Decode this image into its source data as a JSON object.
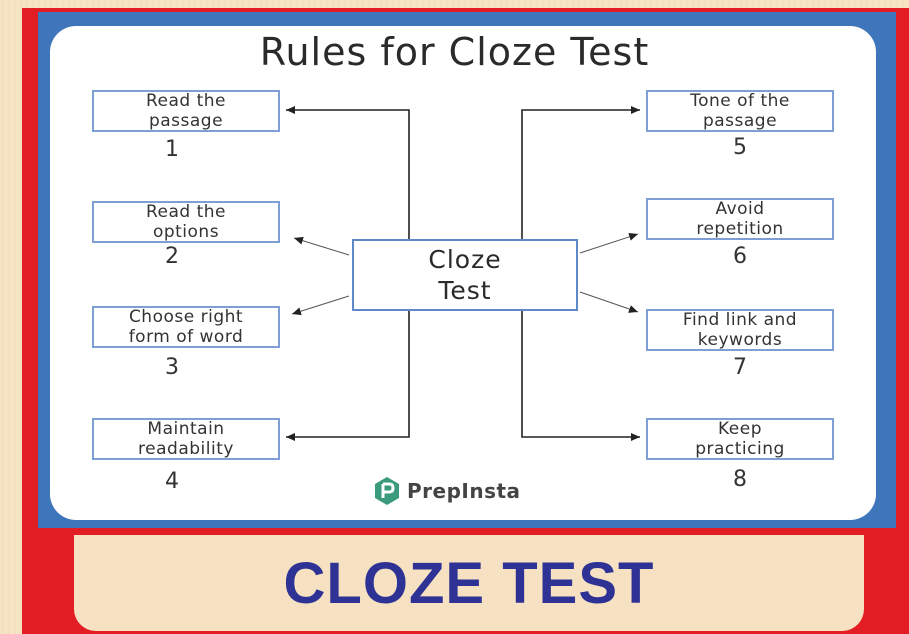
{
  "title": "Rules for Cloze Test",
  "center": "Cloze\nTest",
  "rules": [
    {
      "text": "Read the\npassage",
      "number": "1"
    },
    {
      "text": "Read the\noptions",
      "number": "2"
    },
    {
      "text": "Choose right\nform of word",
      "number": "3"
    },
    {
      "text": "Maintain\nreadability",
      "number": "4"
    },
    {
      "text": "Tone of the\npassage",
      "number": "5"
    },
    {
      "text": "Avoid\nrepetition",
      "number": "6"
    },
    {
      "text": "Find link and\nkeywords",
      "number": "7"
    },
    {
      "text": "Keep\npracticing",
      "number": "8"
    }
  ],
  "brand": {
    "name": "PrepInsta",
    "logo_icon": "prepinsta-logo-icon",
    "logo_color": "#3a9a7c"
  },
  "banner": "CLOZE TEST",
  "colors": {
    "red_frame": "#e21d24",
    "blue_frame": "#3f75bb",
    "box_border": "#7d9fd3",
    "banner_text": "#2e3294"
  }
}
